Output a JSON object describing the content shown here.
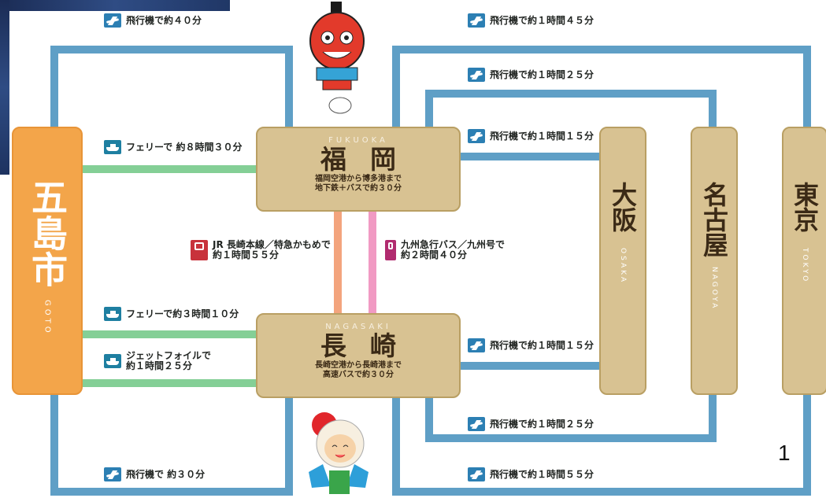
{
  "nodes": {
    "goto": {
      "jp": "五島市",
      "en": "GOTO"
    },
    "fukuoka": {
      "jp": "福岡",
      "en": "FUKUOKA",
      "note1": "福岡空港から博多港まで",
      "note2": "地下鉄＋バスで約３０分"
    },
    "nagasaki": {
      "jp": "長崎",
      "en": "NAGASAKI",
      "note1": "長崎空港から長崎港まで",
      "note2": "高速バスで約３０分"
    },
    "osaka": {
      "jp": "大阪",
      "en": "OSAKA"
    },
    "nagoya": {
      "jp": "名古屋",
      "en": "NAGOYA"
    },
    "tokyo": {
      "jp": "東京",
      "en": "TOKYO"
    }
  },
  "routes": {
    "goto_fukuoka_air": "飛行機で約４０分",
    "fukuoka_tokyo_air": "飛行機で約１時間４５分",
    "fukuoka_nagoya_air": "飛行機で約１時間２５分",
    "fukuoka_osaka_air": "飛行機で約１時間１５分",
    "goto_fukuoka_ferry": "フェリーで 約８時間３０分",
    "train_line1": "JR 長崎本線／特急かもめで",
    "train_line2": "約１時間５５分",
    "bus_line1": "九州急行バス／九州号で",
    "bus_line2": "約２時間４０分",
    "goto_nagasaki_ferry": "フェリーで約３時間１０分",
    "jetfoil_line1": "ジェットフォイルで",
    "jetfoil_line2": "約１時間２５分",
    "nagasaki_osaka_air": "飛行機で約１時間１５分",
    "nagasaki_nagoya_air": "飛行機で約１時間２５分",
    "goto_nagasaki_air": "飛行機で 約３０分",
    "nagasaki_tokyo_air": "飛行機で約１時間５５分"
  },
  "page_number": "1",
  "colors": {
    "air": "#5f9fc6",
    "sea": "#84cf96",
    "rail": "#f3a47d",
    "bus": "#f19ac3",
    "goto": "#f3a54a",
    "city": "#d8c292"
  }
}
